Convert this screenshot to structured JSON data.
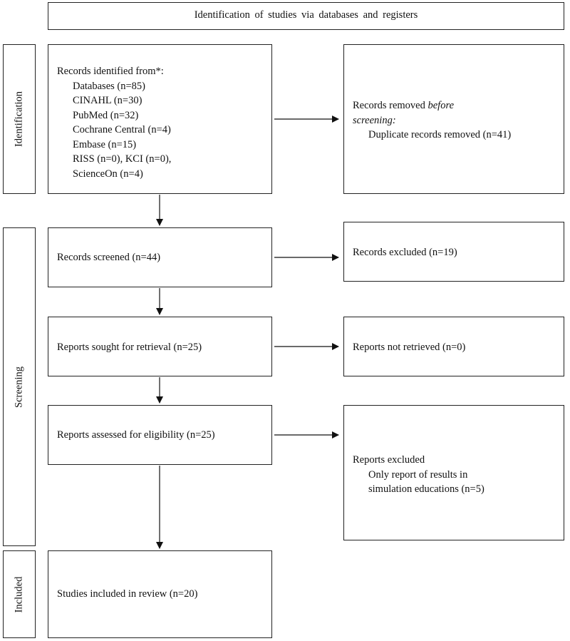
{
  "header": {
    "title": "Identification of studies via databases and registers"
  },
  "phases": {
    "identification": "Identification",
    "screening": "Screening",
    "included": "Included"
  },
  "identified": {
    "heading": "Records identified from*:",
    "items": [
      "Databases (n=85)",
      "CINAHL (n=30)",
      "PubMed (n=32)",
      "Cochrane Central (n=4)",
      "Embase (n=15)",
      "RISS (n=0), KCI (n=0),",
      "ScienceOn (n=4)"
    ]
  },
  "removed": {
    "line1_prefix": "Records removed ",
    "line1_italic": "before",
    "line2_italic": "screening:",
    "detail": "Duplicate records removed (n=41)"
  },
  "screened": {
    "text": "Records screened (n=44)"
  },
  "excluded": {
    "text": "Records excluded (n=19)"
  },
  "sought": {
    "text": "Reports sought for retrieval (n=25)"
  },
  "not_retrieved": {
    "text": "Reports not retrieved (n=0)"
  },
  "assessed": {
    "text": "Reports assessed for eligibility (n=25)"
  },
  "reports_excluded": {
    "heading": "Reports excluded",
    "lines": [
      "Only report of results in",
      "simulation educations (n=5)"
    ]
  },
  "included": {
    "text": "Studies included in review (n=20)"
  }
}
